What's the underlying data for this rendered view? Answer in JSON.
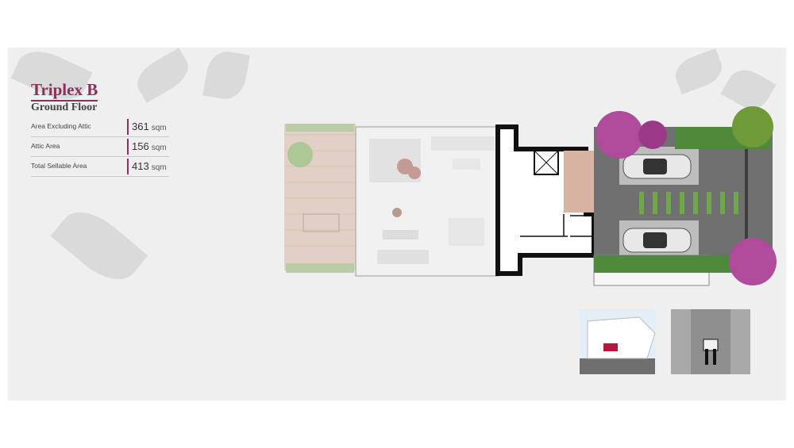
{
  "unit": {
    "name": "Triplex B",
    "floor": "Ground Floor"
  },
  "specs": [
    {
      "label": "Area Excluding Attic",
      "value": "361",
      "unit": "sqm"
    },
    {
      "label": "Attic Area",
      "value": "156",
      "unit": "sqm"
    },
    {
      "label": "Total Sellable Area",
      "value": "413",
      "unit": "sqm"
    }
  ],
  "colors": {
    "accent": "#8b2f5c",
    "wall": "#111111",
    "deck": "#c9a48f",
    "grass": "#6ea84a",
    "paving": "#6f6f6f",
    "flowers": "#b04a9a",
    "highlight": "#b3193f"
  },
  "icons": [
    "car-icon",
    "stair-icon",
    "leaf-shadow"
  ]
}
